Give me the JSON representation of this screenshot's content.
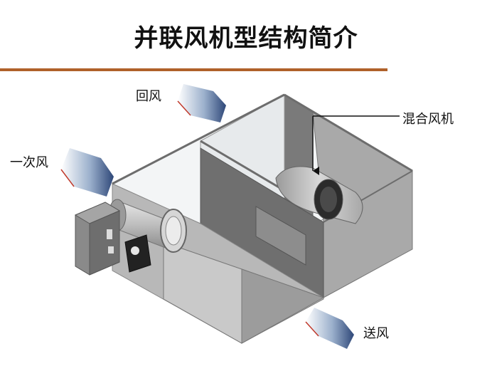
{
  "title": "并联风机型结构简介",
  "labels": {
    "return_air": "回风",
    "primary_air": "一次风",
    "mixing_fan": "混合风机",
    "supply_air": "送风"
  }
}
